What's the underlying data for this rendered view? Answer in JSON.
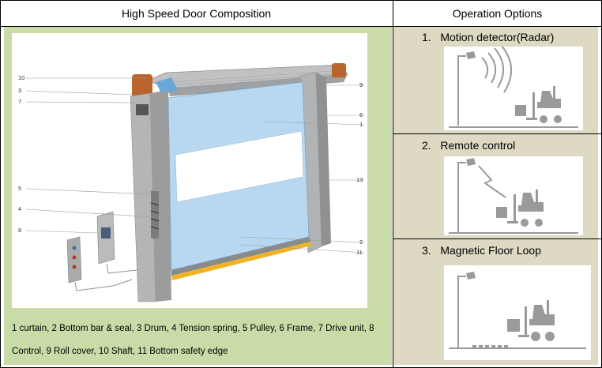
{
  "header": {
    "left": "High Speed Door Composition",
    "right": "Operation Options"
  },
  "diagram_labels": {
    "l10": "10",
    "l3": "3",
    "l7": "7",
    "l5": "5",
    "l4": "4",
    "l8": "8",
    "r9": "9",
    "r6": "6",
    "r1": "1",
    "r13": "13",
    "r2": "2",
    "r11": "11"
  },
  "caption": {
    "line1": "1 curtain, 2 Bottom bar & seal, 3 Drum, 4 Tension spring, 5 Pulley, 6 Frame, 7 Drive unit, 8",
    "line2": "Control, 9 Roll cover, 10 Shaft, 11 Bottom safety edge"
  },
  "options": [
    {
      "num": "1.",
      "label": "Motion detector(Radar)"
    },
    {
      "num": "2.",
      "label": "Remote control"
    },
    {
      "num": "3.",
      "label": "Magnetic Floor Loop"
    }
  ],
  "colors": {
    "left_bg": "#c9dca8",
    "right_bg": "#ddd9c3",
    "curtain": "#b7d8f0",
    "frame": "#a7a9ab",
    "bottom_bar": "#f0b323",
    "motor": "#b9642c",
    "pictogram": "#9a9a9a"
  },
  "icons": [
    "radar-icon",
    "remote-signal-icon",
    "floor-loop-icon",
    "forklift-icon"
  ]
}
